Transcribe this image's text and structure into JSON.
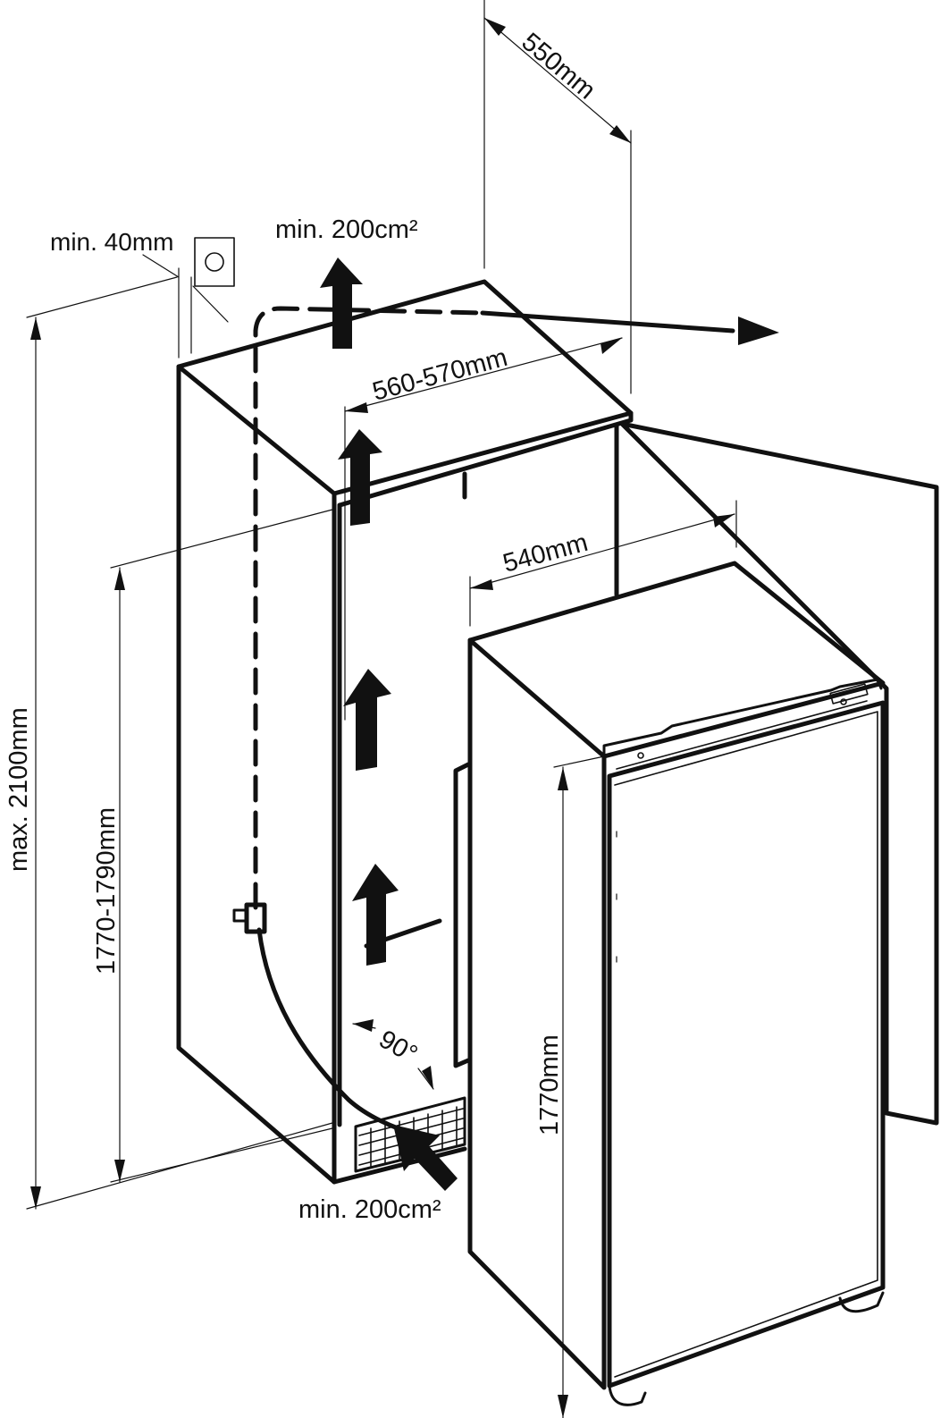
{
  "labels": {
    "depth_overall": "550mm",
    "top_vent": "min. 200cm²",
    "wall_gap": "min. 40mm",
    "niche_width": "560-570mm",
    "appliance_width": "540mm",
    "max_height": "max. 2100mm",
    "niche_height": "1770-1790mm",
    "appliance_height": "1770mm",
    "door_angle": "90°",
    "bottom_vent": "min. 200cm²"
  },
  "icons": {
    "airflow_arrows": "up-arrow-icon",
    "plug": "plug-icon",
    "socket": "socket-icon"
  },
  "colors": {
    "line": "#111111",
    "background": "#ffffff"
  }
}
